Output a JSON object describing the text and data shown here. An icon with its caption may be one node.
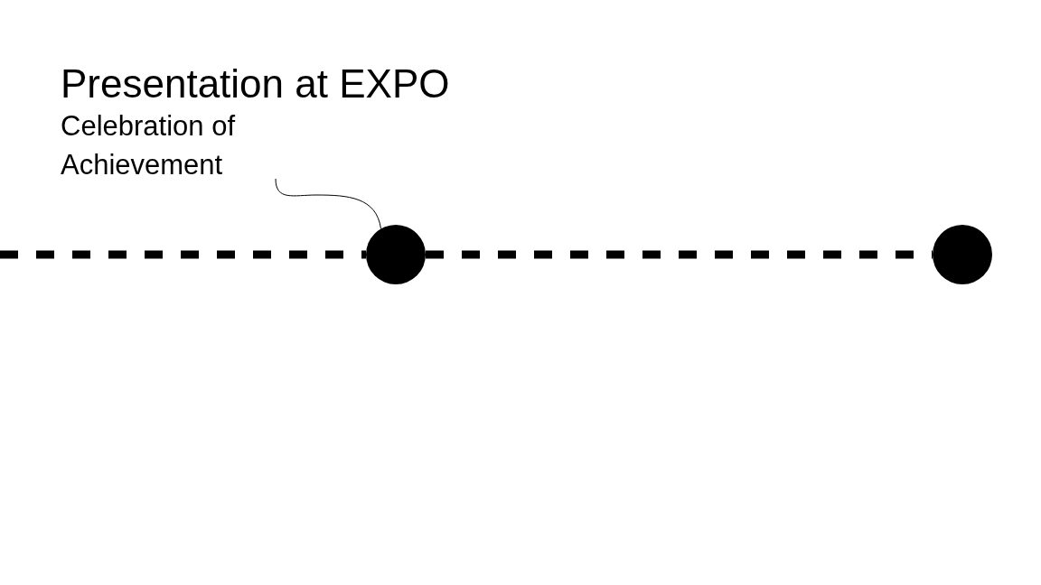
{
  "diagram": {
    "nodes": [
      {
        "text": [
          "Presentation at EXPO",
          "Celebration of Achievement"
        ]
      },
      {
        "text": [],
        "shape": "circle"
      },
      {
        "text": [],
        "shape": "circle"
      }
    ],
    "edges": [
      {
        "from": 0,
        "to": 1,
        "arrow": "none"
      },
      {
        "from": null,
        "to": 1,
        "arrow": "none",
        "style": "dashed"
      },
      {
        "from": 1,
        "to": 2,
        "arrow": "none",
        "style": "dashed"
      }
    ]
  }
}
